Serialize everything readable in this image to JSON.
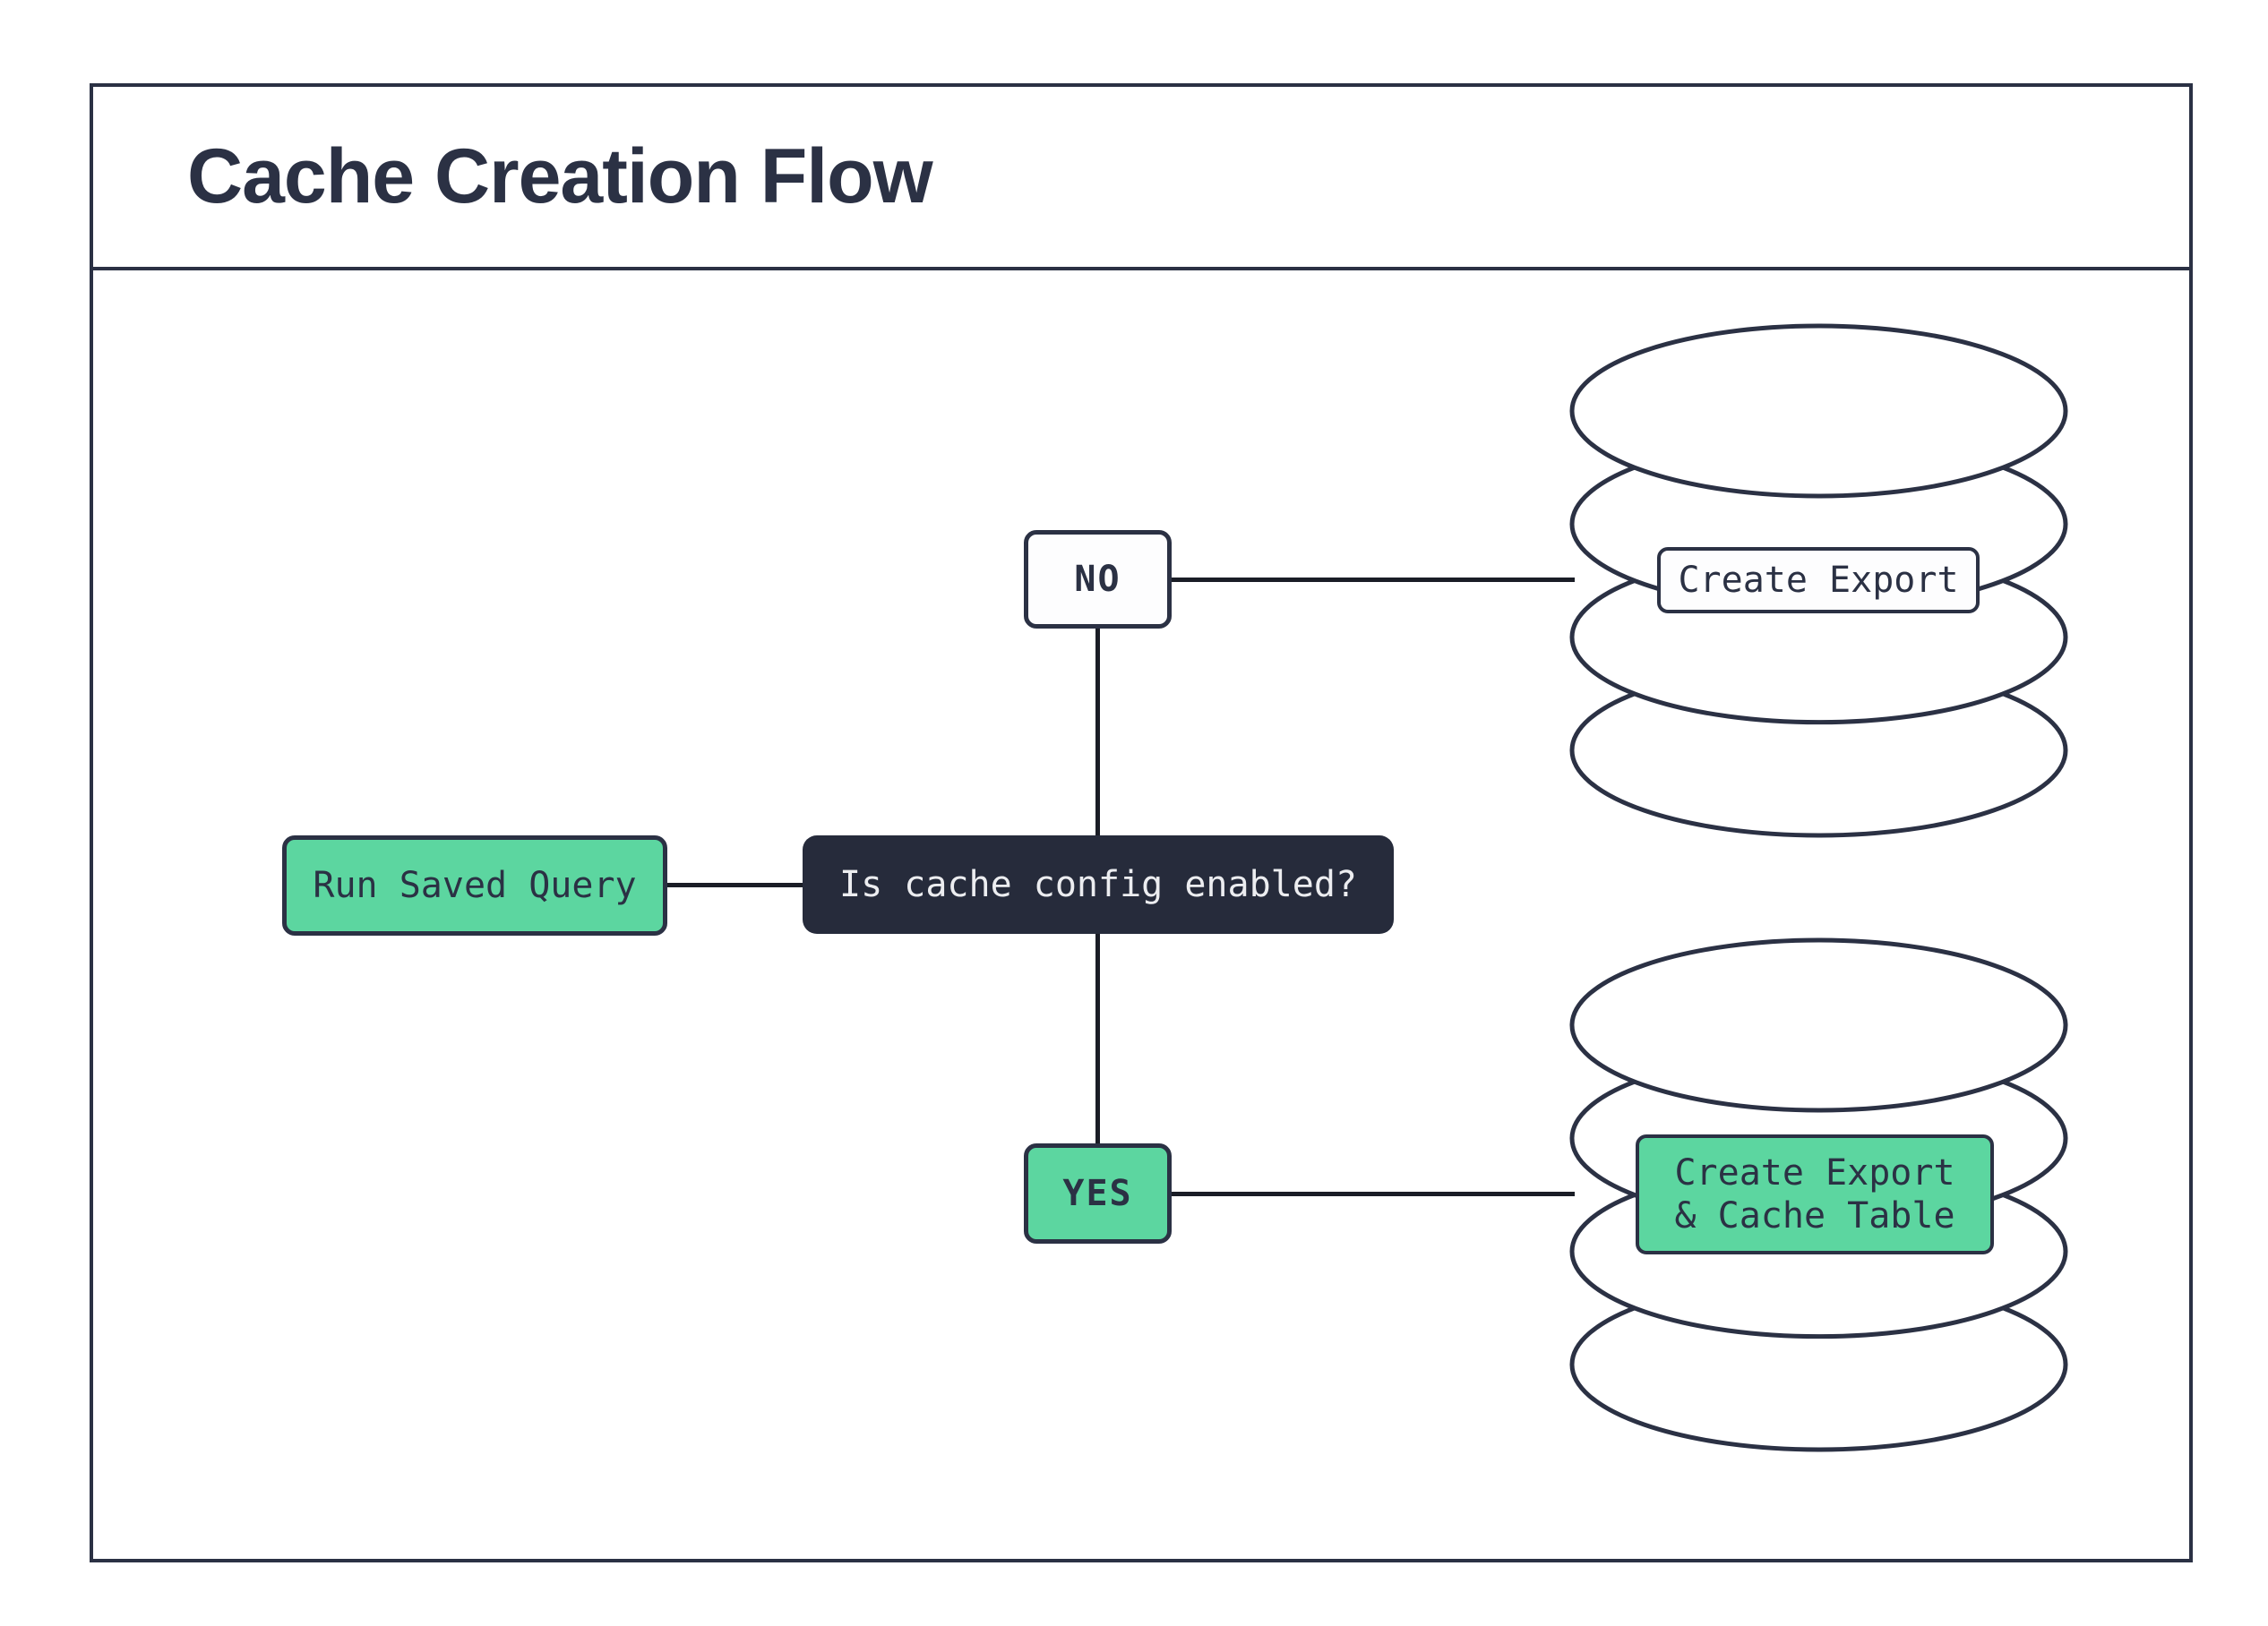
{
  "header": {
    "title": "Cache Creation Flow"
  },
  "colors": {
    "ink": "#2B3144",
    "box": "#262B3B",
    "green": "#5CD6A0",
    "line": "#1A1D26",
    "light": "#ECEDF0",
    "paper": "#FFFFFF"
  },
  "flowchart": {
    "start": {
      "label": "Run Saved Query"
    },
    "decision": {
      "label": "Is cache config enabled?"
    },
    "branch_no": {
      "label": "NO"
    },
    "branch_yes": {
      "label": "YES"
    },
    "no_outcome": {
      "label": "Create Export",
      "icon": "database-cylinder-icon"
    },
    "yes_outcome": {
      "line1": "Create Export",
      "line2": "& Cache Table",
      "icon": "database-cylinder-icon"
    }
  }
}
